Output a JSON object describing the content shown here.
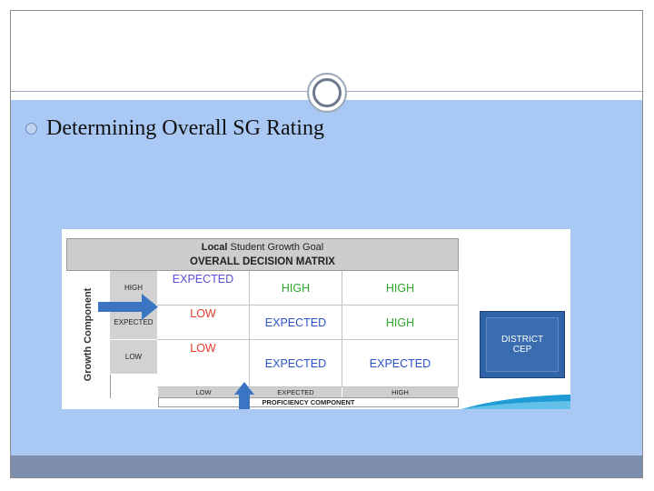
{
  "slide": {
    "bullet_text": "Determining Overall SG Rating"
  },
  "matrix": {
    "title_line1_bold": "Local",
    "title_line1_rest": " Student Growth Goal",
    "title_line2": "OVERALL DECISION MATRIX",
    "row_axis_label": "Growth Component",
    "rows": [
      {
        "label": "HIGH",
        "cells": [
          "EXPECTED",
          "HIGH",
          "HIGH"
        ]
      },
      {
        "label": "EXPECTED",
        "cells": [
          "LOW",
          "EXPECTED",
          "HIGH"
        ]
      },
      {
        "label": "LOW",
        "cells": [
          "LOW",
          "EXPECTED",
          "EXPECTED"
        ]
      }
    ],
    "columns": [
      "LOW",
      "EXPECTED",
      "HIGH"
    ],
    "column_axis_label": "PROFICIENCY COMPONENT",
    "district_line1": "DISTRICT",
    "district_line2": "CEP"
  },
  "colors": {
    "expected_row1": "#5b4fd6",
    "high": "#2ea52b",
    "low": "#e33a2a",
    "expected": "#2b53c8",
    "arrow": "#3a74c2",
    "content_bg": "#a9c8f4",
    "footer_bg": "#7d8fac"
  }
}
